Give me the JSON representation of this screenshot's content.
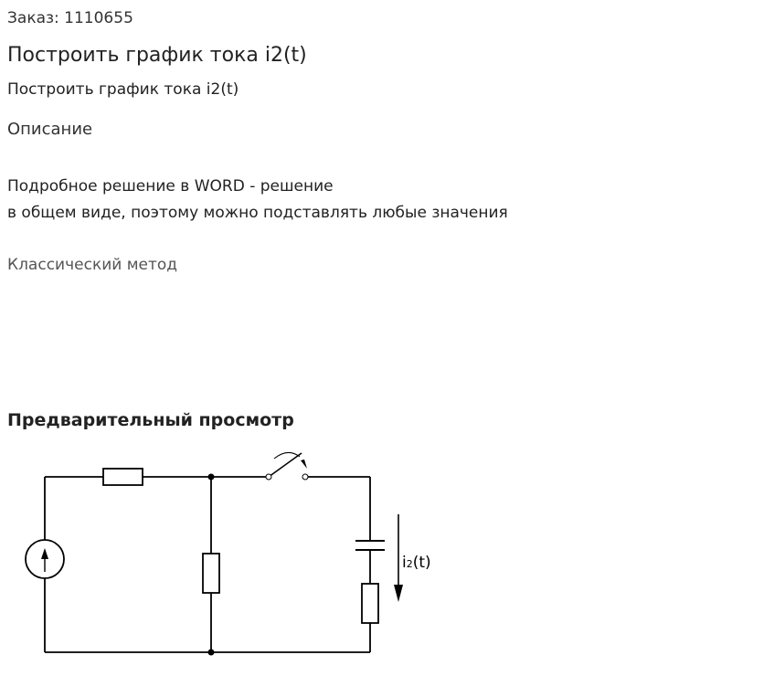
{
  "order": {
    "label": "Заказ: 1110655"
  },
  "title": "Построить график тока i2(t)",
  "subtitle": "Построить график тока i2(t)",
  "description": {
    "heading": "Описание",
    "lines": [
      "Подробное решение в WORD - решение",
      "в общем виде, поэтому можно подставлять любые значения"
    ]
  },
  "method": "Классический метод",
  "preview": {
    "heading": "Предварительный просмотр",
    "diagram": {
      "current_label_main": "i",
      "current_label_sub": "2",
      "current_label_rest": "(t)"
    }
  }
}
